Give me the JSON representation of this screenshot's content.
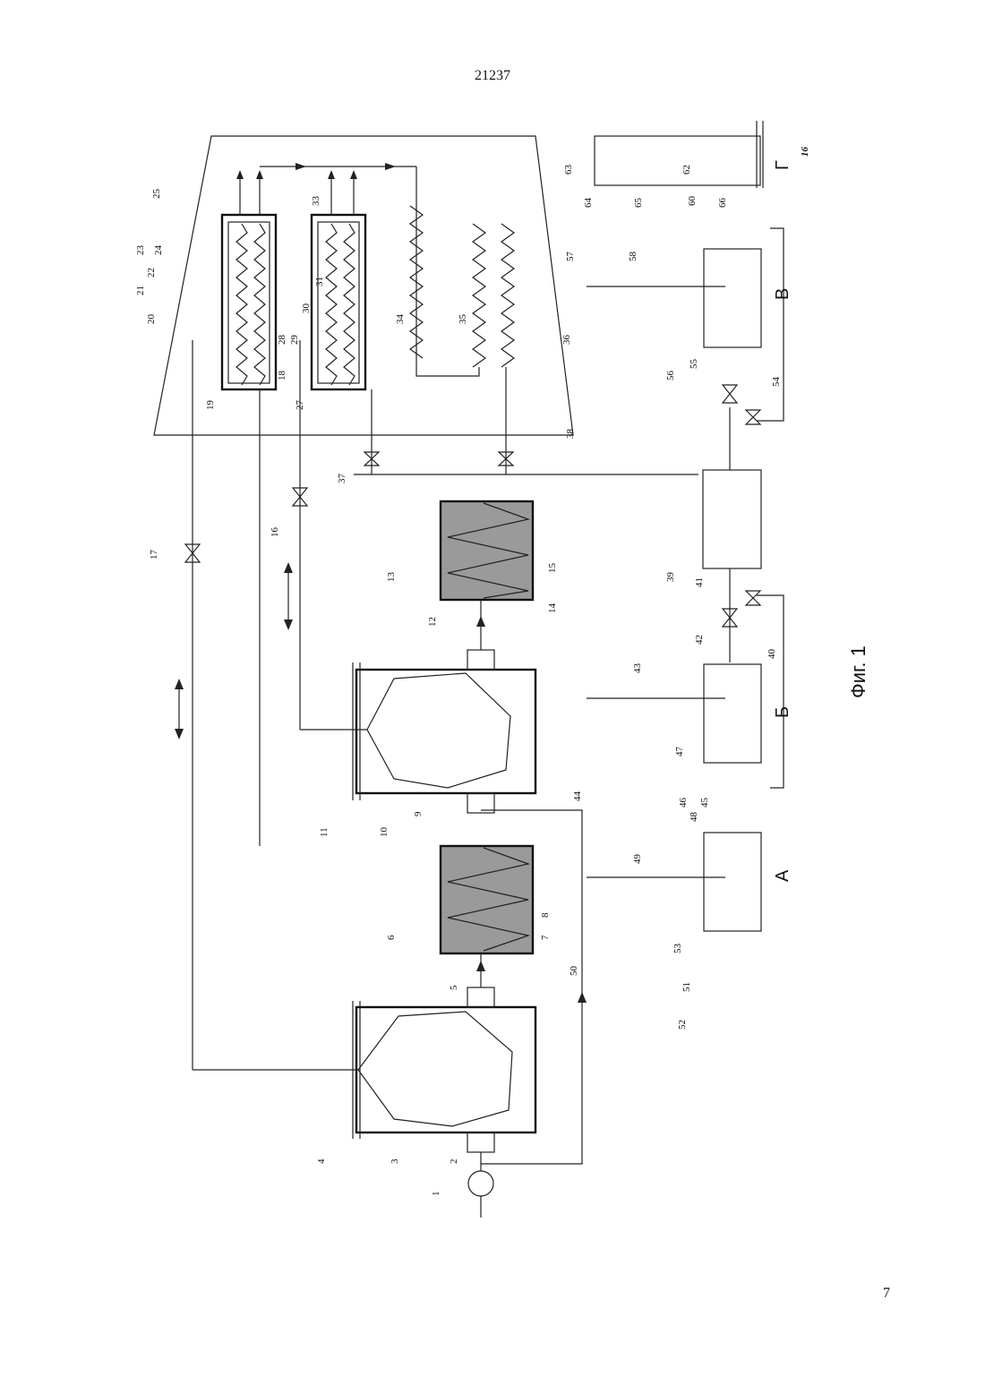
{
  "document": {
    "patent_number": "21237",
    "page_number": "7",
    "figure_caption": "Фиг. 1"
  },
  "figure": {
    "letter_labels": [
      "А",
      "Б",
      "В",
      "Г"
    ],
    "reference_numerals": [
      "1",
      "2",
      "3",
      "4",
      "5",
      "6",
      "7",
      "8",
      "9",
      "10",
      "11",
      "12",
      "13",
      "14",
      "15",
      "16",
      "17",
      "18",
      "19",
      "20",
      "21",
      "22",
      "23",
      "24",
      "25",
      "27",
      "28",
      "29",
      "30",
      "31",
      "33",
      "34",
      "35",
      "36",
      "37",
      "38",
      "39",
      "40",
      "41",
      "42",
      "43",
      "44",
      "45",
      "46",
      "47",
      "48",
      "49",
      "50",
      "51",
      "52",
      "53",
      "54",
      "55",
      "56",
      "57",
      "58",
      "60",
      "62",
      "63",
      "64",
      "65",
      "66"
    ],
    "side_mark": "16"
  }
}
